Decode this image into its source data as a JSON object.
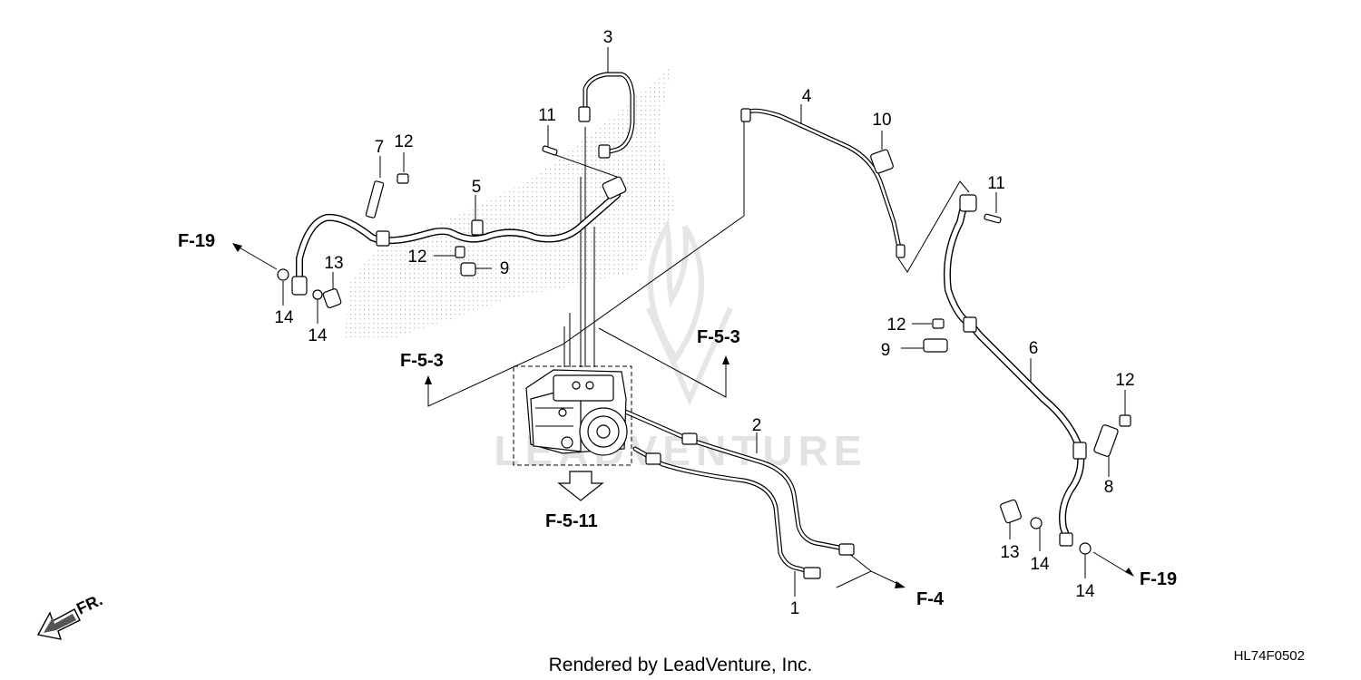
{
  "diagram": {
    "watermark": "LEADVENTURE",
    "footer_text": "Rendered by LeadVenture, Inc.",
    "diagram_code": "HL74F0502",
    "front_indicator": "FR.",
    "refs": {
      "f19_left": "F-19",
      "f19_right": "F-19",
      "f53_left": "F-5-3",
      "f53_right": "F-5-3",
      "f511": "F-5-11",
      "f4": "F-4"
    },
    "callouts": {
      "c1": "1",
      "c2": "2",
      "c3": "3",
      "c4": "4",
      "c5": "5",
      "c6": "6",
      "c7": "7",
      "c8": "8",
      "c9a": "9",
      "c9b": "9",
      "c10": "10",
      "c11a": "11",
      "c11b": "11",
      "c12a": "12",
      "c12b": "12",
      "c12c": "12",
      "c12d": "12",
      "c13a": "13",
      "c13b": "13",
      "c14a": "14",
      "c14b": "14",
      "c14c": "14",
      "c14d": "14"
    }
  }
}
